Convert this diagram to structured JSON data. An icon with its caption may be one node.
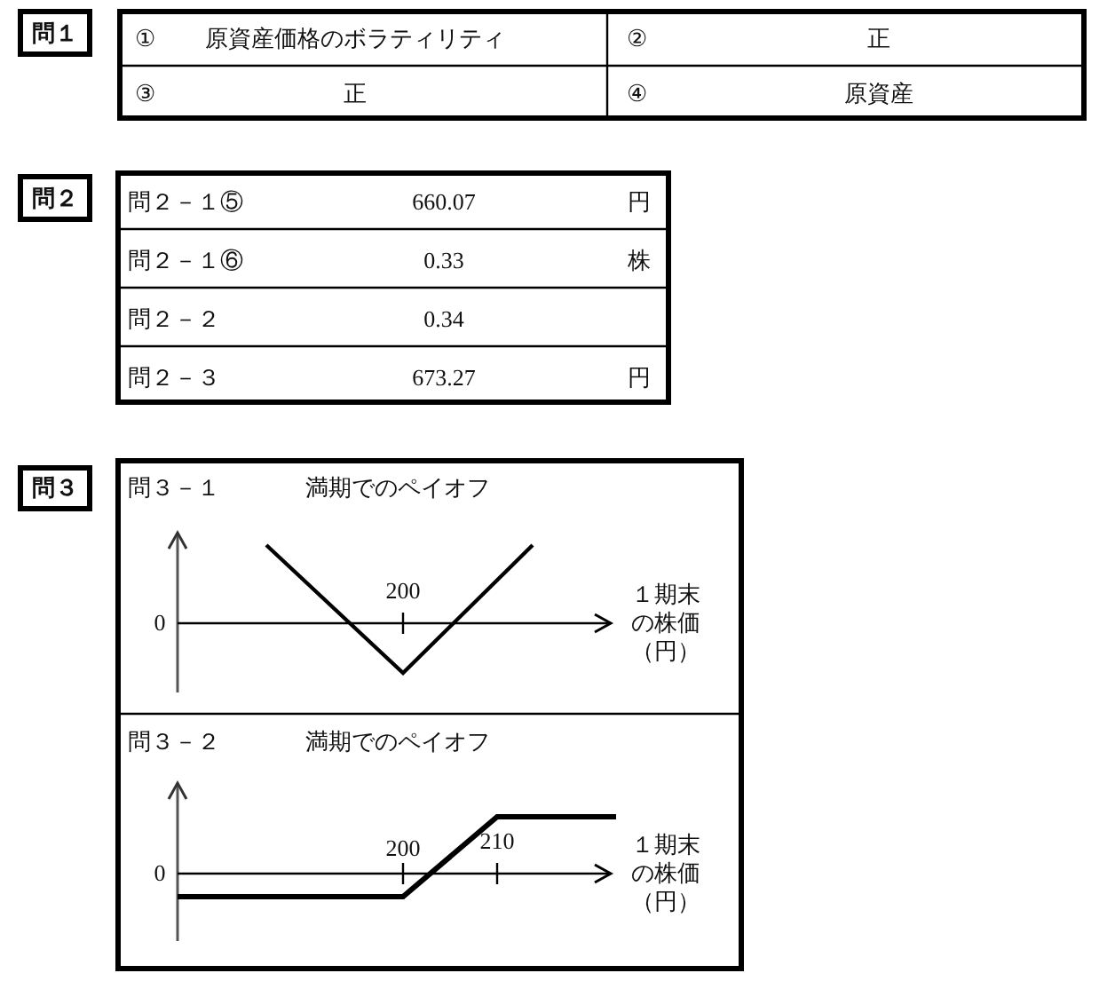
{
  "diagram": {
    "nodes": [
      {
        "text": [
          "問１"
        ]
      },
      {
        "text": [
          "問２"
        ]
      },
      {
        "text": [
          "問３"
        ]
      },
      {
        "text": [
          "問３－１",
          "満期でのペイオフ"
        ]
      },
      {
        "text": [
          "問３－２",
          "満期でのペイオフ"
        ]
      }
    ],
    "labels": [
      "①",
      "原資産価格のボラティリティ",
      "②",
      "正",
      "③",
      "正",
      "④",
      "原資産",
      "問２－１⑤",
      "660.07",
      "円",
      "問２－１⑥",
      "0.33",
      "株",
      "問２－２",
      "0.34",
      "問２－３",
      "673.27",
      "円",
      "200",
      "0",
      "１期末の株価（円）",
      "200",
      "210",
      "0",
      "１期末の株価（円）"
    ]
  }
}
